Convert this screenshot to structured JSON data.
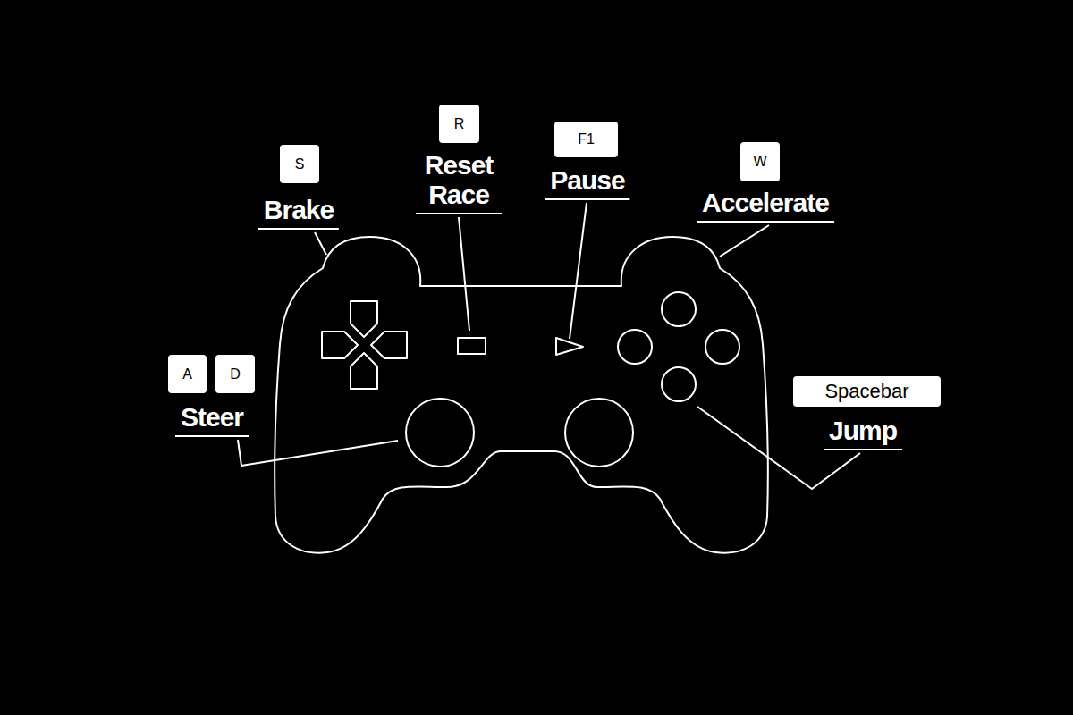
{
  "diagram": {
    "nodes": [
      {
        "text": [
          "S"
        ]
      },
      {
        "text": [
          "R"
        ]
      },
      {
        "text": [
          "F1"
        ]
      },
      {
        "text": [
          "W"
        ]
      },
      {
        "text": [
          "A"
        ]
      },
      {
        "text": [
          "D"
        ]
      },
      {
        "text": [
          "Spacebar"
        ]
      }
    ],
    "labels": [
      "Brake",
      "Reset Race",
      "Pause",
      "Accelerate",
      "Steer",
      "Jump"
    ]
  }
}
